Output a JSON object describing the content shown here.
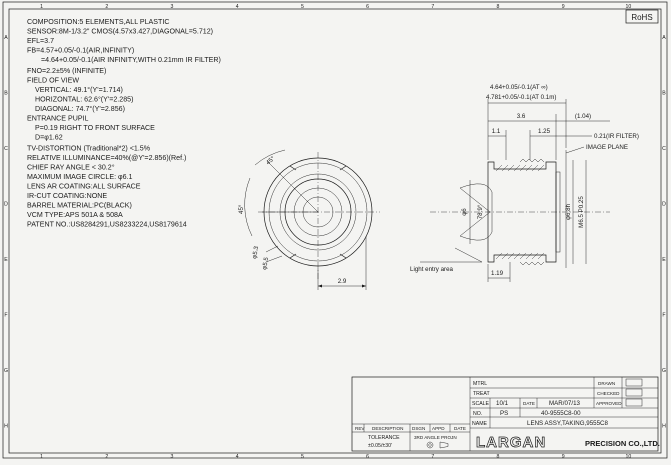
{
  "rohs": "RoHS",
  "border": {
    "cols": [
      "1",
      "2",
      "3",
      "4",
      "5",
      "6",
      "7",
      "8",
      "9",
      "10"
    ],
    "rows": [
      "A",
      "B",
      "C",
      "D",
      "E",
      "F",
      "G",
      "H"
    ]
  },
  "specs": [
    "COMPOSITION:5 ELEMENTS,ALL PLASTIC",
    "SENSOR:8M-1/3.2\" CMOS(4.57x3.427,DIAGONAL=5.712)",
    "EFL=3.7",
    "FB=4.57+0.05/-0.1(AIR,INFINITY)",
    "=4.64+0.05/-0.1(AIR INFINITY,WITH 0.21mm IR FILTER)",
    "FNO=2.2±5% (INFINITE)",
    "FIELD OF VIEW",
    "VERTICAL: 49.1°(Y'=1.714)",
    "HORIZONTAL: 62.6°(Y'=2.285)",
    "DIAGONAL: 74.7°(Y'=2.856)",
    "ENTRANCE PUPIL",
    "P=0.19 RIGHT TO FRONT SURFACE",
    "D=φ1.62",
    "TV-DISTORTION (Traditional*2) <1.5%",
    "RELATIVE ILLUMINANCE=40%(@Y'=2.856)(Ref.)",
    "CHIEF RAY ANGLE < 30.2°",
    "MAXIMUM IMAGE CIRCLE: φ6.1",
    "LENS AR COATING:ALL SURFACE",
    "IR-CUT COATING:NONE",
    "BARREL MATERIAL:PC(BLACK)",
    "VCM TYPE:APS 501A & 508A",
    "PATENT NO.:US8284291,US8233224,US8179614"
  ],
  "front_view": {
    "dims": [
      "45°",
      "45°",
      "φ5.3",
      "φ5.5",
      "2.9"
    ]
  },
  "side_view": {
    "dims": {
      "fb_inf": "4.64+0.05/-0.1(AT ∞)",
      "fb_near": "4.781+0.05/-0.1(AT 0.1m)",
      "len": "3.6",
      "rear": "(1.04)",
      "a": "1.1",
      "b": "1.25",
      "filter": "0.21(IR FILTER)",
      "image_plane": "IMAGE PLANE",
      "dia_front": "φ6",
      "fov": "78.9°",
      "dia_rear": "φ6.8h",
      "thread": "M6.5 P0.25",
      "entry_len": "1.19",
      "entry_label": "Light entry area"
    }
  },
  "title_block": {
    "mtrl": "MTRL",
    "treat": "TREAT",
    "scale_label": "SCALE",
    "scale": "10/1",
    "date_label": "DATE",
    "date": "MAR/07/13",
    "no_label": "NO.",
    "no": "PS",
    "drawing_no": "40-9555C8-00",
    "name_label": "NAME",
    "name": "LENS ASSY,TAKING,9555C8",
    "drawn": "DRAWN",
    "checked": "CHECKED",
    "approved": "APPROVED",
    "rev": "REV",
    "description": "DESCRIPTION",
    "dsgn": "DSGN",
    "appd": "APPD",
    "date2": "DATE",
    "tolerance": "TOLERANCE",
    "tol_value": "±0.05/±30'",
    "projection": "3RD ANGLE PROJN",
    "company": "LARGAN",
    "company_sub": "PRECISION CO.,LTD."
  }
}
